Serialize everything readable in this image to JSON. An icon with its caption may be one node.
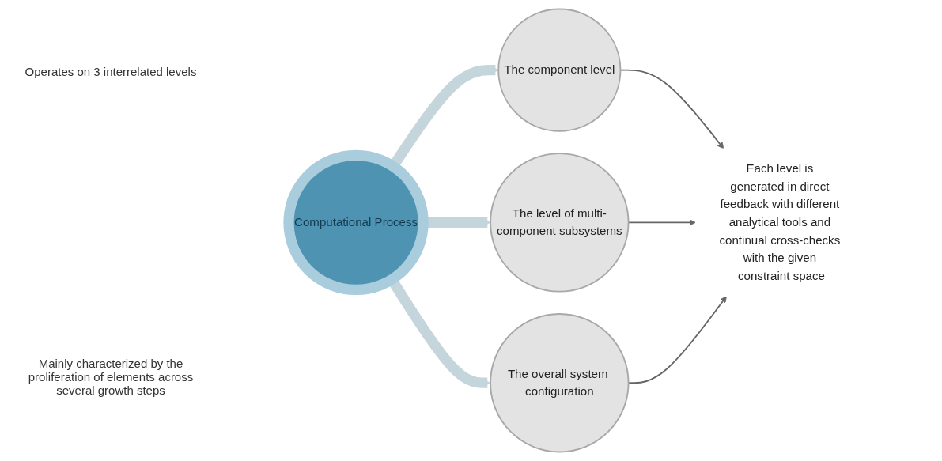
{
  "diagram": {
    "nodes": [
      {
        "text": [
          "Computational Process"
        ]
      },
      {
        "text": [
          "The component level"
        ]
      },
      {
        "text": [
          "The level of multi-component subsystems"
        ]
      },
      {
        "text": [
          "The overall system configuration"
        ]
      },
      {
        "text": [
          "Each level is generated in direct feedback with different analytical tools and continual cross-checks with the given constraint space"
        ]
      }
    ],
    "edges": [
      {
        "from": 0,
        "to": 1,
        "arrow": "to",
        "style": "thick",
        "color": "#c5d5dc"
      },
      {
        "from": 0,
        "to": 2,
        "arrow": "to",
        "style": "thick",
        "color": "#c5d5dc"
      },
      {
        "from": 0,
        "to": 3,
        "arrow": "to",
        "style": "thick",
        "color": "#c5d5dc"
      },
      {
        "from": 1,
        "to": 4,
        "arrow": "to",
        "color": "#666666"
      },
      {
        "from": 2,
        "to": 4,
        "arrow": "to",
        "color": "#666666"
      },
      {
        "from": 3,
        "to": 4,
        "arrow": "to",
        "color": "#666666"
      }
    ],
    "labels": [
      "Operates on 3 interrelated levels",
      "Mainly characterized by the proliferation of elements across several growth steps"
    ]
  }
}
